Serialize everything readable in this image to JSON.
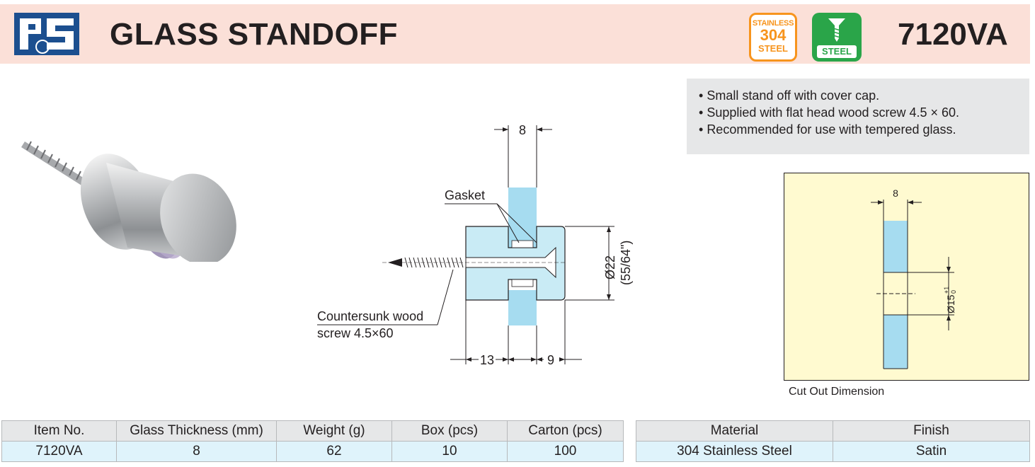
{
  "header": {
    "title": "GLASS STANDOFF",
    "item_code": "7120VA",
    "badge_material": {
      "line1": "STAINLESS",
      "line2": "304",
      "line3": "STEEL"
    },
    "badge_screw": {
      "label": "STEEL"
    },
    "colors": {
      "header_bg": "#fbe0d8",
      "logo_blue": "#1c4f8f",
      "orange": "#f7941d",
      "green": "#2aa549"
    }
  },
  "features": [
    "Small stand off with cover cap.",
    "Supplied with flat head wood screw 4.5 × 60.",
    "Recommended for use with tempered glass."
  ],
  "drawing": {
    "dim_glass": "8",
    "label_gasket": "Gasket",
    "dim_diameter": "Ø22",
    "dim_diameter_inch": "(55/64\")",
    "label_screw_line1": "Countersunk wood",
    "label_screw_line2": "screw 4.5×60",
    "dim_left": "13",
    "dim_right": "9"
  },
  "cutout": {
    "dim_glass": "8",
    "dim_hole": "Ø15",
    "tol_upper": "+1",
    "tol_lower": "0",
    "caption": "Cut Out Dimension"
  },
  "table_left": {
    "headers": [
      "Item No.",
      "Glass Thickness (mm)",
      "Weight (g)",
      "Box (pcs)",
      "Carton (pcs)"
    ],
    "row": [
      "7120VA",
      "8",
      "62",
      "10",
      "100"
    ]
  },
  "table_right": {
    "headers": [
      "Material",
      "Finish"
    ],
    "row": [
      "304 Stainless Steel",
      "Satin"
    ]
  }
}
